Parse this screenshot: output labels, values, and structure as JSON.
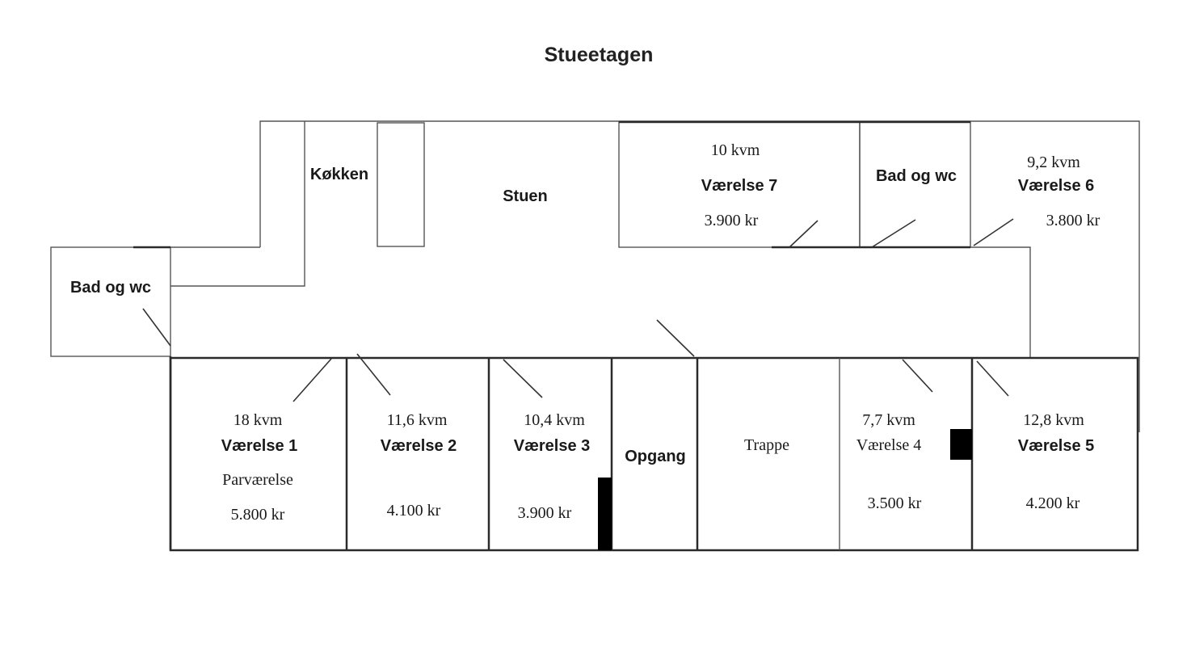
{
  "title": "Stueetagen",
  "rooms": {
    "kokken": {
      "name": "Køkken"
    },
    "stuen": {
      "name": "Stuen"
    },
    "bad_left": {
      "name": "Bad og wc"
    },
    "bad_top": {
      "name": "Bad og wc"
    },
    "v7": {
      "area": "10 kvm",
      "name": "Værelse 7",
      "price": "3.900 kr"
    },
    "v6": {
      "area": "9,2 kvm",
      "name": "Værelse 6",
      "price": "3.800 kr"
    },
    "v1": {
      "area": "18 kvm",
      "name": "Værelse 1",
      "note": "Parværelse",
      "price": "5.800 kr"
    },
    "v2": {
      "area": "11,6 kvm",
      "name": "Værelse 2",
      "price": "4.100 kr"
    },
    "v3": {
      "area": "10,4 kvm",
      "name": "Værelse 3",
      "price": "3.900 kr"
    },
    "opgang": {
      "name": "Opgang"
    },
    "trappe": {
      "name": "Trappe"
    },
    "v4": {
      "area": "7,7 kvm",
      "name": "Værelse 4",
      "price": "3.500 kr"
    },
    "v5": {
      "area": "12,8 kvm",
      "name": "Værelse 5",
      "price": "4.200 kr"
    }
  }
}
